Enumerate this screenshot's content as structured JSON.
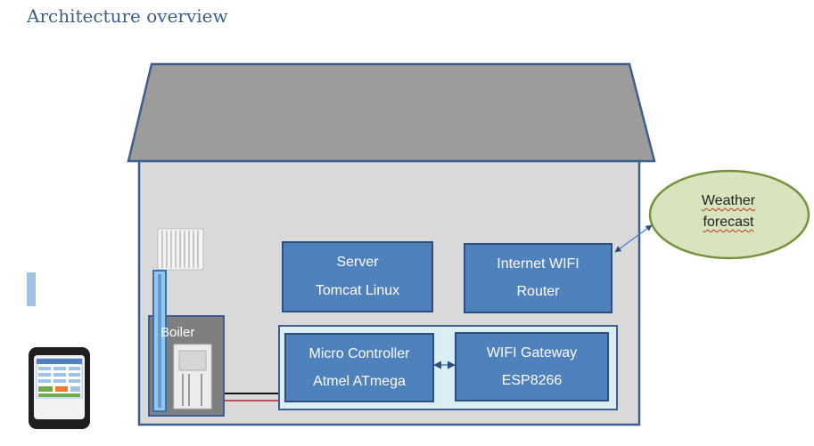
{
  "title": "Architecture overview",
  "nodes": {
    "server": {
      "line1": "Server",
      "line2": "Tomcat Linux"
    },
    "router": {
      "line1": "Internet WIFI",
      "line2": "Router"
    },
    "microcontroller": {
      "line1": "Micro Controller",
      "line2": "Atmel ATmega"
    },
    "gateway": {
      "line1": "WIFI Gateway",
      "line2": "ESP8266"
    },
    "boiler": {
      "label": "Boiler"
    },
    "weather": {
      "line1": "Weather",
      "line2": "forecast"
    }
  },
  "colors": {
    "title": "#3b5f8c",
    "roof": "#9c9c9c",
    "house_wall": "#d9d9d9",
    "box_fill": "#4f81bd",
    "box_border": "#2f4f7a",
    "controller_group": "#dbeef4",
    "weather_fill": "#d7e4bd",
    "weather_border": "#77933c",
    "boiler_fill": "#7f7f7f",
    "pipe": "#9dc3e6"
  },
  "icons": [
    "radiator-icon",
    "boiler-appliance-icon",
    "tablet-icon",
    "thermometer-bar-icon"
  ]
}
